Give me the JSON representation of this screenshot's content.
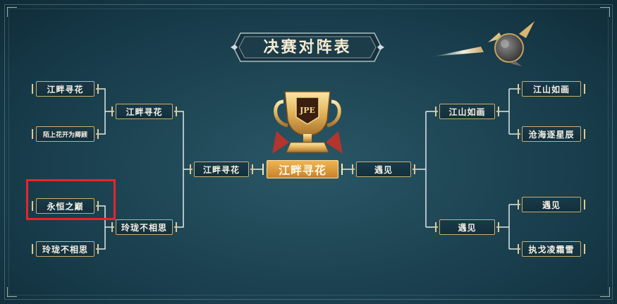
{
  "title": "决赛对阵表",
  "trophy": {
    "badge_text": "JPE"
  },
  "bracket": {
    "left": {
      "round1": [
        "江畔寻花",
        "陌上花开为卿顾",
        "永恒之巅",
        "玲珑不相思"
      ],
      "semifinal": [
        "江畔寻花",
        "玲珑不相思"
      ],
      "final": "江畔寻花"
    },
    "right": {
      "round1": [
        "江山如画",
        "沧海逐星辰",
        "遇见",
        "执戈凌霜雪"
      ],
      "semifinal": [
        "江山如画",
        "遇见"
      ],
      "final": "遇见"
    },
    "champion": "江畔寻花"
  },
  "highlight": {
    "target": "永恒之巅",
    "color": "#e5262a"
  },
  "colors": {
    "accent_gold": "#c8ae70",
    "champion_fill": "#e6a445",
    "line": "#dfe8ea"
  }
}
